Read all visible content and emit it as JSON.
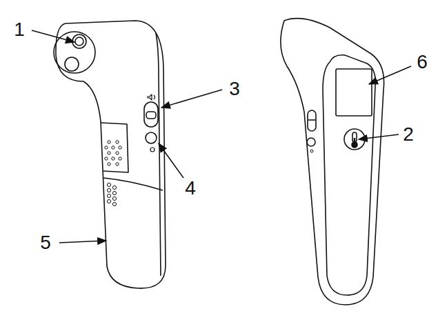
{
  "diagram": {
    "labels": [
      "1",
      "6",
      "3",
      "2",
      "4",
      "5"
    ]
  }
}
